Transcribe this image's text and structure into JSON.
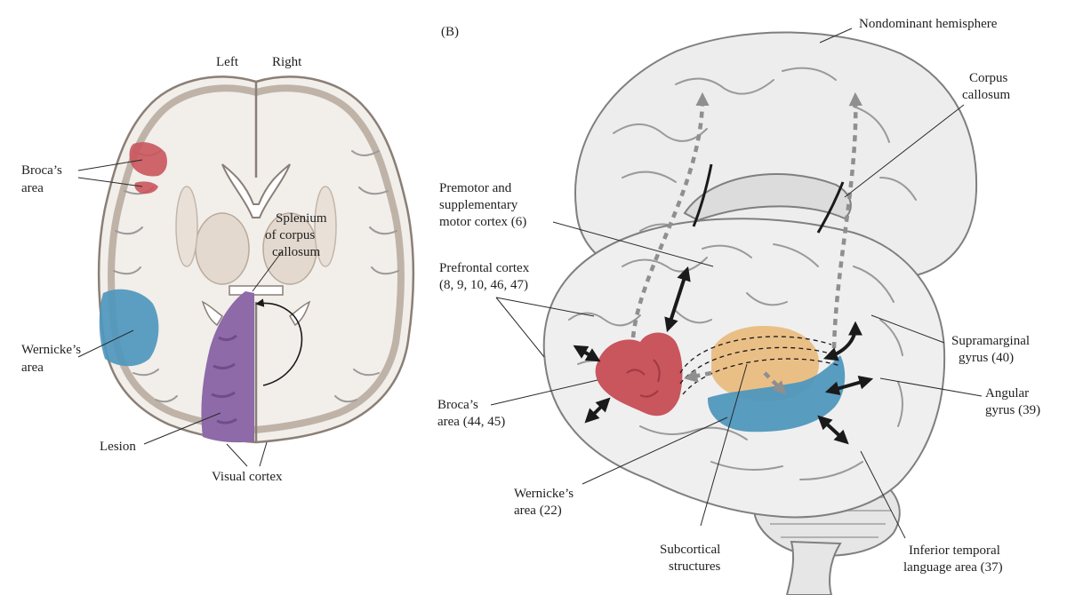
{
  "colors": {
    "broca": "#c9555d",
    "wernicke": "#4f97bd",
    "lesion": "#8e6aa8",
    "subcortical": "#e9b97a",
    "brain_fill": "#eeeeee",
    "brain_outline": "#7f7f7f",
    "dashed_arrow": "#8f8f8f",
    "solid_arrow": "#1a1a1a"
  },
  "panel_a": {
    "left_label": "Left",
    "right_label": "Right",
    "broca_label": [
      "Broca’s",
      "area"
    ],
    "splenium_label": [
      "Splenium",
      "of corpus",
      "callosum"
    ],
    "wernicke_label": [
      "Wernicke’s",
      "area"
    ],
    "lesion_label": "Lesion",
    "visual_cortex_label": "Visual cortex"
  },
  "panel_b": {
    "panel_letter": "(B)",
    "nondominant_label": "Nondominant hemisphere",
    "corpus_callosum_label": [
      "Corpus",
      "callosum"
    ],
    "premotor_label": [
      "Premotor and",
      "supplementary",
      "motor cortex (6)"
    ],
    "prefrontal_label": [
      "Prefrontal cortex",
      "(8, 9, 10, 46, 47)"
    ],
    "supramarginal_label": [
      "Supramarginal",
      "gyrus (40)"
    ],
    "angular_label": [
      "Angular",
      "gyrus (39)"
    ],
    "broca_label": [
      "Broca’s",
      "area (44, 45)"
    ],
    "wernicke_label": [
      "Wernicke’s",
      "area (22)"
    ],
    "subcortical_label": [
      "Subcortical",
      "structures"
    ],
    "inferior_temporal_label": [
      "Inferior temporal",
      "language area (37)"
    ]
  }
}
